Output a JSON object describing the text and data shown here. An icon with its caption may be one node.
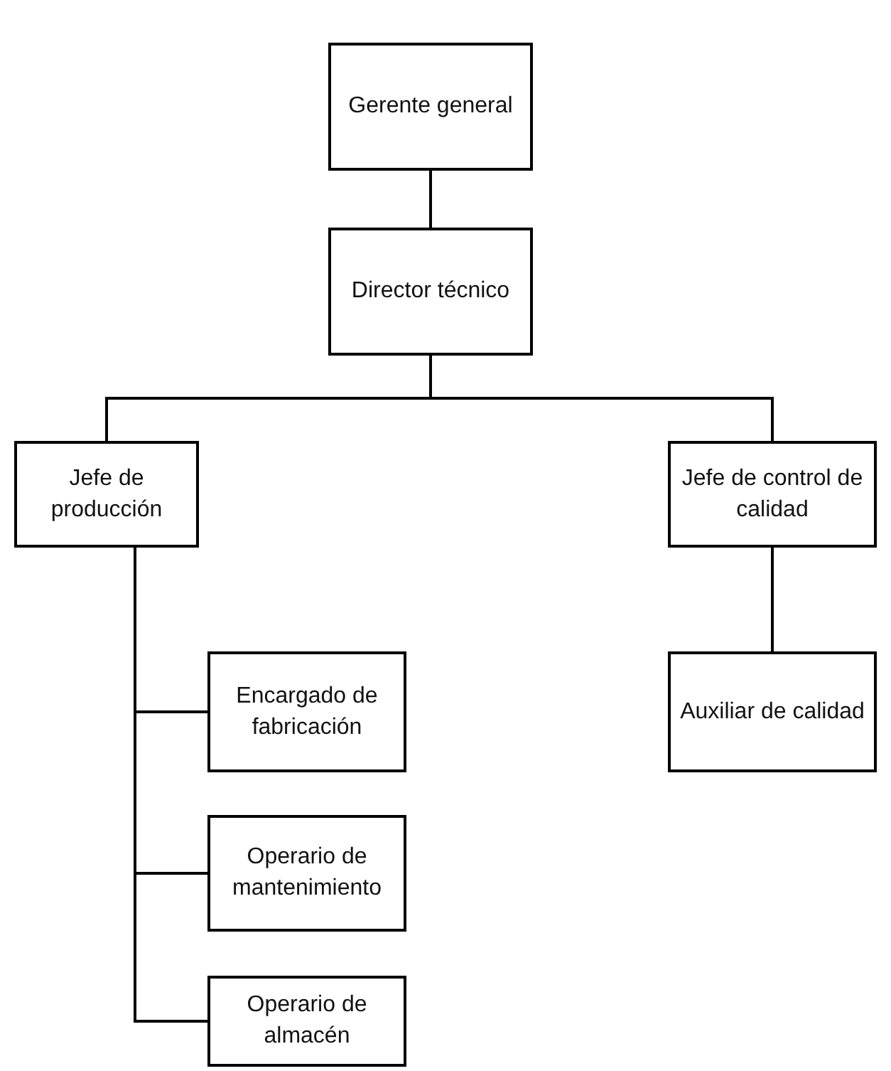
{
  "diagram": {
    "nodes": [
      {
        "text": [
          "Gerente general"
        ]
      },
      {
        "text": [
          "Director técnico"
        ]
      },
      {
        "text": [
          "Jefe de producción"
        ]
      },
      {
        "text": [
          "Jefe de control de calidad"
        ]
      },
      {
        "text": [
          "Encargado de fabricación"
        ]
      },
      {
        "text": [
          "Operario de mantenimiento"
        ]
      },
      {
        "text": [
          "Operario de almacén"
        ]
      },
      {
        "text": [
          "Auxiliar de calidad"
        ]
      }
    ],
    "edges": [
      {
        "from": 0,
        "to": 1,
        "arrow": "none"
      },
      {
        "from": 1,
        "to": 2,
        "arrow": "none"
      },
      {
        "from": 1,
        "to": 3,
        "arrow": "none"
      },
      {
        "from": 2,
        "to": 4,
        "arrow": "none"
      },
      {
        "from": 2,
        "to": 5,
        "arrow": "none"
      },
      {
        "from": 2,
        "to": 6,
        "arrow": "none"
      },
      {
        "from": 3,
        "to": 7,
        "arrow": "none"
      }
    ]
  }
}
